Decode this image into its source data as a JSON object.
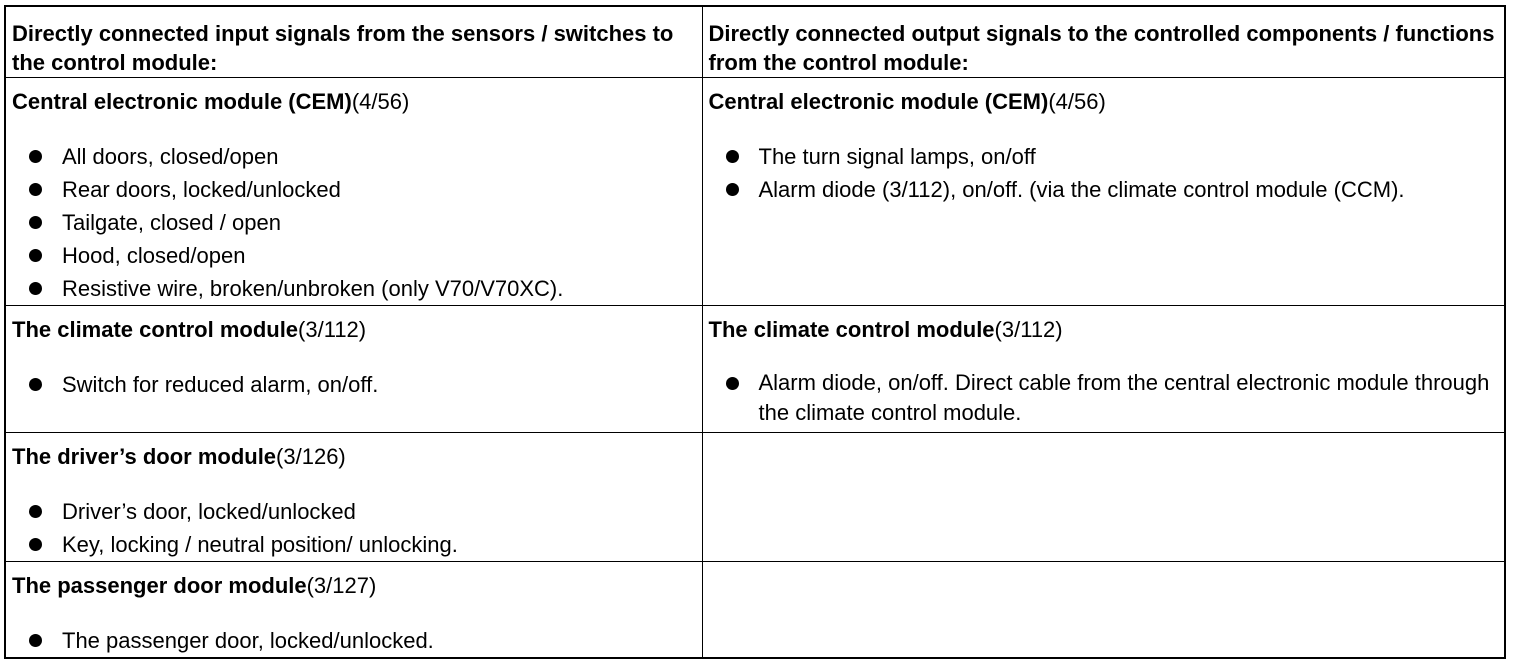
{
  "header": {
    "inputs": "Directly connected input signals from the sensors / switches to the control module:",
    "outputs": "Directly connected output signals to the controlled components / functions from the control module:"
  },
  "rows": [
    {
      "input": {
        "name": "Central electronic module (CEM)",
        "ref": "(4/56)",
        "items": [
          "All doors, closed/open",
          "Rear doors, locked/unlocked",
          "Tailgate, closed / open",
          "Hood, closed/open",
          "Resistive wire, broken/unbroken (only V70/V70XC)."
        ]
      },
      "output": {
        "name": "Central electronic module (CEM)",
        "ref": "(4/56)",
        "items": [
          "The turn signal lamps, on/off",
          "Alarm diode (3/112), on/off. (via the climate control module (CCM)."
        ]
      }
    },
    {
      "input": {
        "name": "The climate control module",
        "ref": "(3/112)",
        "items": [
          "Switch for reduced alarm, on/off."
        ]
      },
      "output": {
        "name": "The climate control module",
        "ref": "(3/112)",
        "items": [
          "Alarm diode, on/off. Direct cable from the central electronic module through the climate control module."
        ]
      }
    },
    {
      "input": {
        "name": "The driver’s door module",
        "ref": "(3/126)",
        "items": [
          "Driver’s door, locked/unlocked",
          "Key, locking / neutral position/ unlocking."
        ]
      }
    },
    {
      "input": {
        "name": "The passenger door module",
        "ref": "(3/127)",
        "items": [
          "The passenger door, locked/unlocked."
        ]
      }
    }
  ]
}
